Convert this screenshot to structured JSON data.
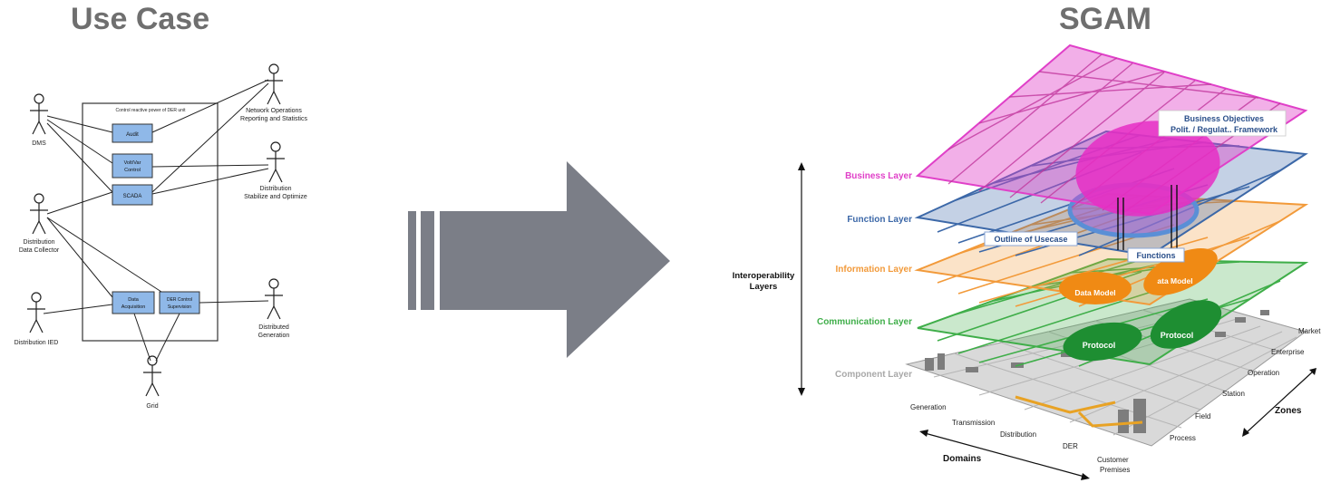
{
  "left": {
    "title": "Use Case",
    "system_label": "Control reactive power of DER unit",
    "actors": {
      "dms": "DMS",
      "collector_l1": "Distribution",
      "collector_l2": "Data Collector",
      "ied": "Distribution IED",
      "netops_l1": "Network Operations",
      "netops_l2": "Reporting and Statistics",
      "dso_l1": "Distribution",
      "dso_l2": "Stabilize and Optimize",
      "gen_l1": "Distributed",
      "gen_l2": "Generation",
      "grid": "Grid"
    },
    "usecases": {
      "audit": "Audit",
      "voltvar_l1": "Volt/Var",
      "voltvar_l2": "Control",
      "scada": "SCADA",
      "acq_l1": "Data",
      "acq_l2": "Acquisition",
      "der_l1": "DER Control",
      "der_l2": "Supervision"
    }
  },
  "right": {
    "title": "SGAM",
    "layers": {
      "business": "Business Layer",
      "function": "Function Layer",
      "information": "Information Layer",
      "communication": "Communication Layer",
      "component": "Component Layer"
    },
    "interop_l1": "Interoperability",
    "interop_l2": "Layers",
    "callouts": {
      "objectives_l1": "Business Objectives",
      "objectives_l2": "Polit. / Regulat.. Framework",
      "outline": "Outline of Usecase",
      "functions": "Functions",
      "datamodel_1": "Data Model",
      "datamodel_2": "ata Model",
      "protocol_1": "Protocol",
      "protocol_2": "Protocol"
    },
    "domains_label": "Domains",
    "domains": {
      "generation": "Generation",
      "transmission": "Transmission",
      "distribution": "Distribution",
      "der": "DER",
      "customer_l1": "Customer",
      "customer_l2": "Premises"
    },
    "zones_label": "Zones",
    "zones": {
      "process": "Process",
      "field": "Field",
      "station": "Station",
      "operation": "Operation",
      "enterprise": "Enterprise",
      "market": "Market"
    }
  },
  "colors": {
    "title": "#6f6f6f",
    "arrow": "#7b7e87",
    "business": "#e040c8",
    "function": "#3c68a8",
    "information": "#f29a3a",
    "communication": "#3fae49",
    "component": "#a8a8a8",
    "usecase_fill": "#8fb8e8"
  }
}
